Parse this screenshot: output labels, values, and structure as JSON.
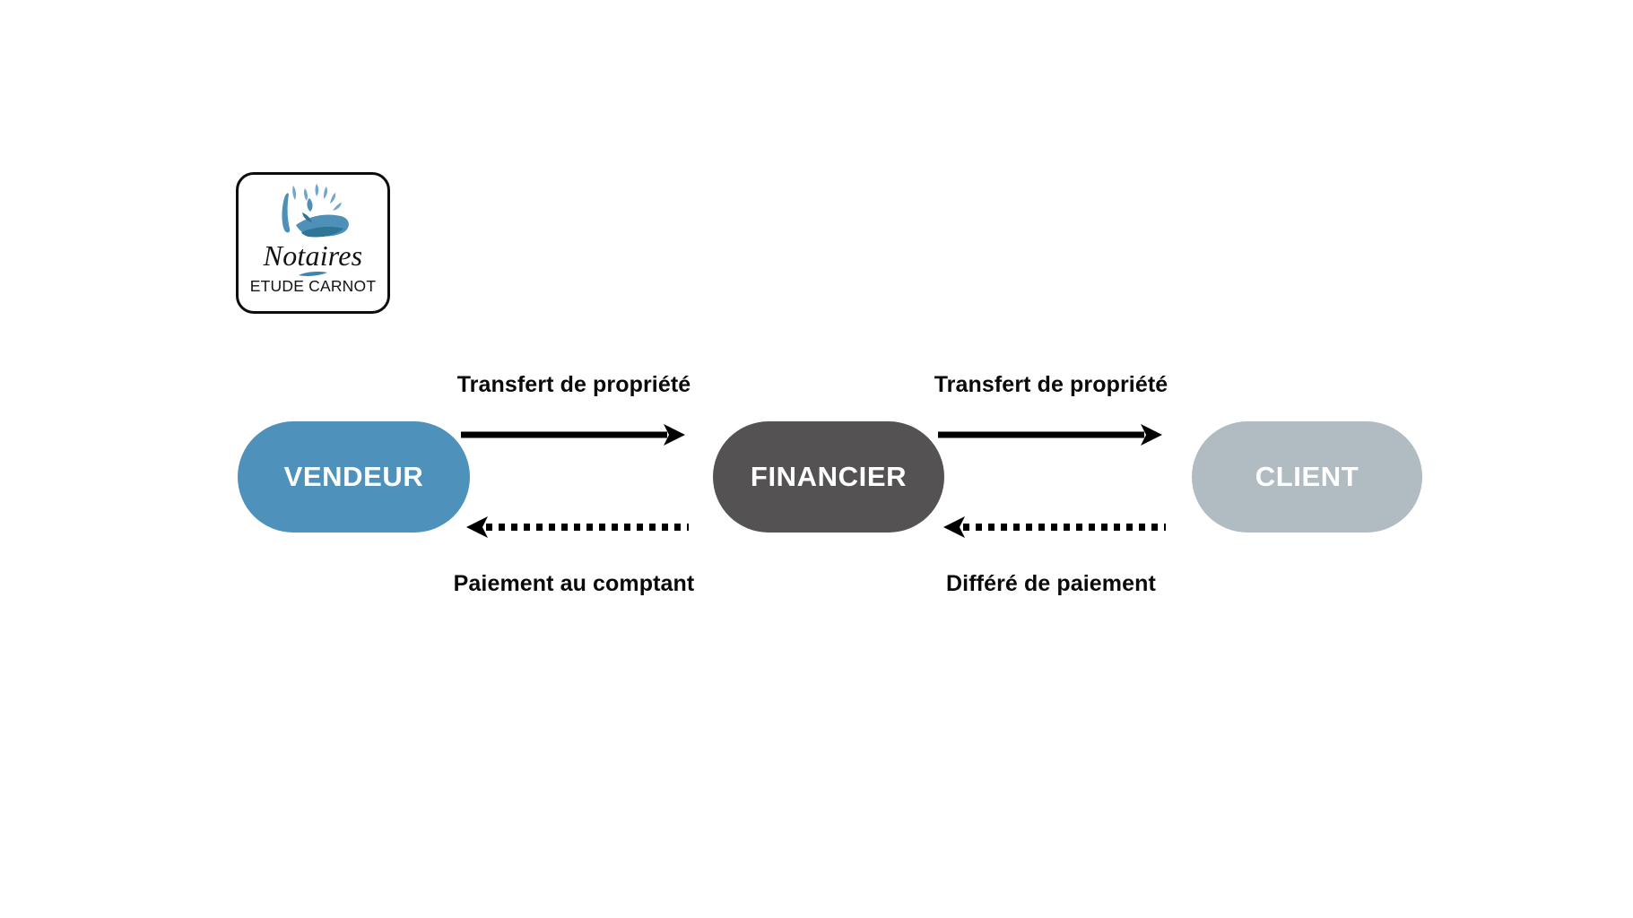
{
  "logo": {
    "mark_icon": "notaires-emblem-icon",
    "wordmark": "Notaires",
    "swoosh_icon": "blue-swoosh-icon",
    "subtitle": "ETUDE CARNOT",
    "colors": {
      "mark_light": "#6FA8CC",
      "mark_mid": "#4E90B8",
      "mark_dark": "#2E7596",
      "border": "#0d0d0d",
      "text": "#131313"
    }
  },
  "diagram": {
    "nodes": [
      {
        "id": "vendeur",
        "label": "VENDEUR",
        "color": "#4E92BC",
        "text_color": "#ffffff"
      },
      {
        "id": "financier",
        "label": "FINANCIER",
        "color": "#545252",
        "text_color": "#ffffff"
      },
      {
        "id": "client",
        "label": "CLIENT",
        "color": "#B0BCC2",
        "text_color": "#ffffff"
      }
    ],
    "edges": [
      {
        "id": "vendeur-financier",
        "from": "vendeur",
        "to": "financier",
        "forward_label": "Transfert de propriété",
        "forward_style": "solid",
        "forward_direction": "right",
        "forward_icon": "arrow-right-solid-icon",
        "return_label": "Paiement au comptant",
        "return_style": "dotted",
        "return_direction": "left",
        "return_icon": "arrow-left-dotted-icon"
      },
      {
        "id": "financier-client",
        "from": "financier",
        "to": "client",
        "forward_label": "Transfert de propriété",
        "forward_style": "solid",
        "forward_direction": "right",
        "forward_icon": "arrow-right-solid-icon",
        "return_label": "Différé de paiement",
        "return_style": "dotted",
        "return_direction": "left",
        "return_icon": "arrow-left-dotted-icon"
      }
    ],
    "arrow_color": "#000000",
    "background": "#ffffff"
  }
}
